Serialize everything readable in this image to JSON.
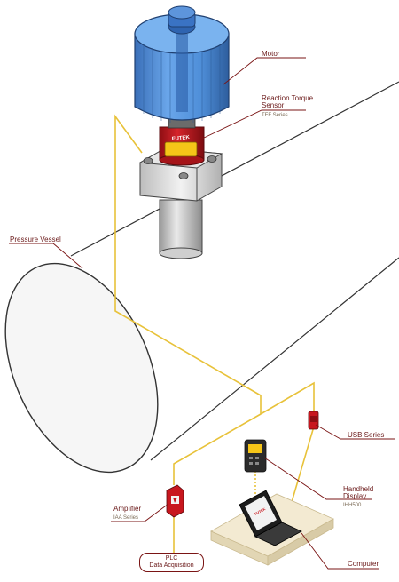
{
  "labels": {
    "motor": "Motor",
    "reaction_torque_sensor": [
      "Reaction Torque",
      "Sensor"
    ],
    "tff_series": "TFF Series",
    "pressure_vessel": "Pressure Vessel",
    "usb_series": "USB Series",
    "handheld_display": [
      "Handheld",
      "Display"
    ],
    "ihh500": "IHH500",
    "amplifier": "Amplifier",
    "iaa_series": "IAA Series",
    "plc": [
      "PLC",
      "Data Acquisition"
    ],
    "computer": "Computer"
  },
  "logos": {
    "sensor_brand": "FUTEK",
    "laptop_brand": "FUTEK"
  },
  "colors": {
    "label_text": "#6b1a1a",
    "leader_line": "#7a1414",
    "signal_cable": "#e8c23a",
    "motor_blue": "#4f8fd9",
    "sensor_red": "#c8161e",
    "sensor_yellow": "#f5c518",
    "vessel_outline": "#333333"
  }
}
